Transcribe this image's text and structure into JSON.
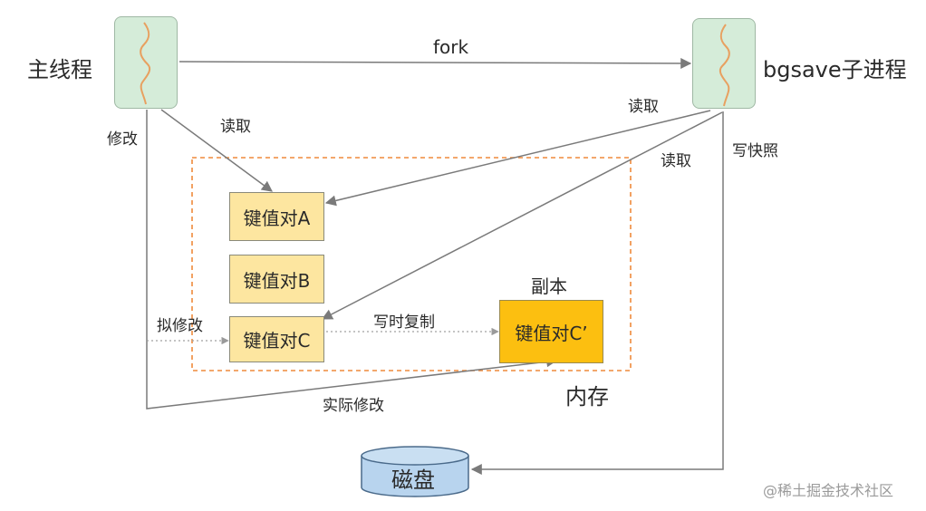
{
  "main_thread": {
    "label": "主线程"
  },
  "child_process": {
    "label": "bgsave子进程"
  },
  "edges": {
    "fork": "fork",
    "main_read": "读取",
    "main_modify": "修改",
    "child_read_a": "读取",
    "child_read_c": "读取",
    "write_snapshot": "写快照",
    "intend_modify": "拟修改",
    "copy_on_write": "写时复制",
    "actual_modify": "实际修改"
  },
  "memory": {
    "label": "内存",
    "pairs": [
      "键值对A",
      "键值对B",
      "键值对C"
    ],
    "replica_label": "副本",
    "replica_pair": "键值对C’"
  },
  "disk": {
    "label": "磁盘"
  },
  "watermark": "@稀土掘金技术社区",
  "colors": {
    "thread_fill": "#d5ecd9",
    "pair_fill": "#fde6a0",
    "replica_fill": "#fcbf10",
    "memory_border": "#ef8a3c",
    "disk_fill": "#b8d4ee"
  }
}
